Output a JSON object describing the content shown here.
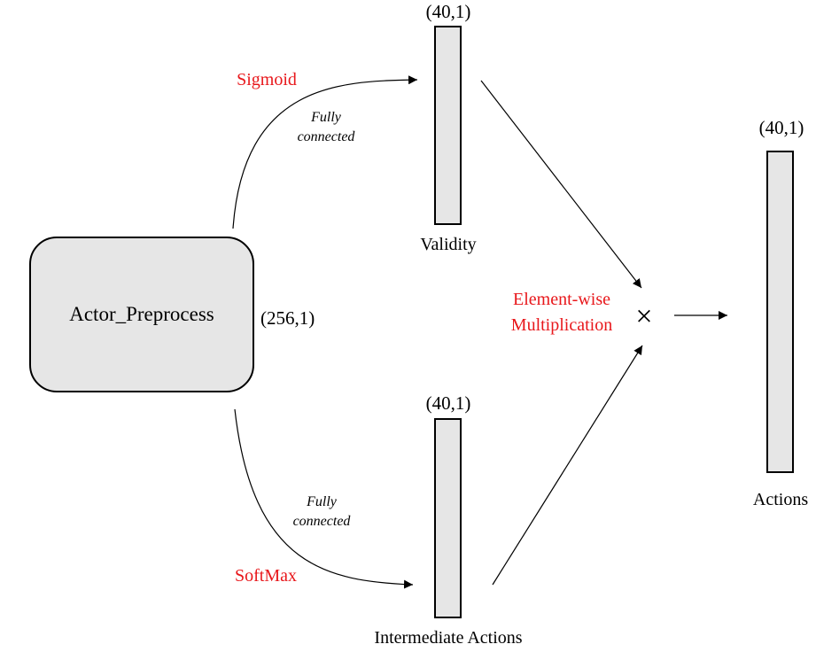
{
  "colors": {
    "accent_red": "#e8171b",
    "box_fill": "#e6e6e6",
    "stroke": "#000000"
  },
  "nodes": {
    "preprocess": {
      "label": "Actor_Preprocess",
      "output_shape": "(256,1)"
    },
    "validity": {
      "label": "Validity",
      "shape": "(40,1)"
    },
    "intermediate": {
      "label": "Intermediate Actions",
      "shape": "(40,1)"
    },
    "actions": {
      "label": "Actions",
      "shape": "(40,1)"
    }
  },
  "edges": {
    "top": {
      "activation": "Sigmoid",
      "layer_line1": "Fully",
      "layer_line2": "connected"
    },
    "bottom": {
      "activation": "SoftMax",
      "layer_line1": "Fully",
      "layer_line2": "connected"
    }
  },
  "operation": {
    "label_line1": "Element-wise",
    "label_line2": "Multiplication",
    "symbol": "×"
  }
}
